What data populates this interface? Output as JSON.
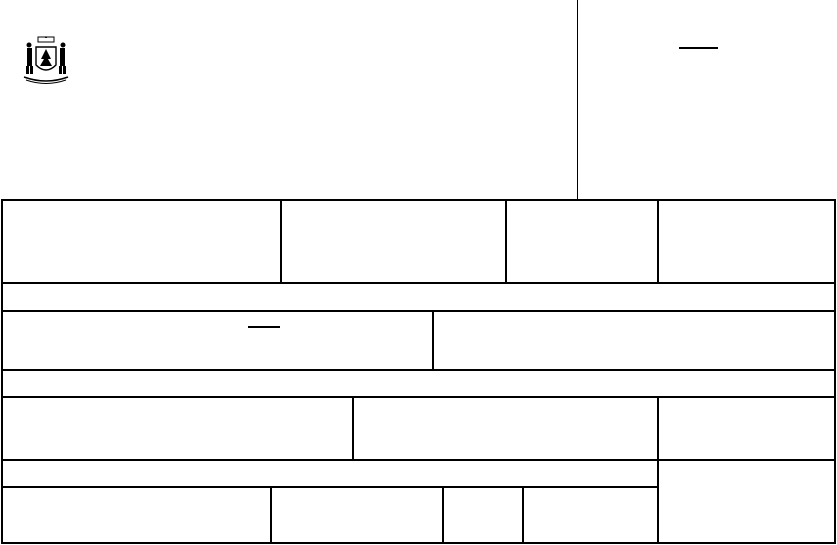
{
  "form": {
    "header": {
      "seal": {
        "icon": "maine-state-seal-icon"
      }
    },
    "sections": [
      {
        "name": "header-right-box",
        "value": ""
      },
      {
        "name": "row-1",
        "cells": [
          "",
          "",
          "",
          ""
        ]
      },
      {
        "name": "section-band-1",
        "value": ""
      },
      {
        "name": "row-2",
        "cells": [
          "",
          ""
        ]
      },
      {
        "name": "section-band-2",
        "value": ""
      },
      {
        "name": "row-3",
        "cells": [
          "",
          "",
          ""
        ]
      },
      {
        "name": "section-band-3",
        "value": ""
      },
      {
        "name": "row-4",
        "cells": [
          "",
          "",
          "",
          ""
        ]
      },
      {
        "name": "side-box",
        "value": ""
      }
    ]
  }
}
